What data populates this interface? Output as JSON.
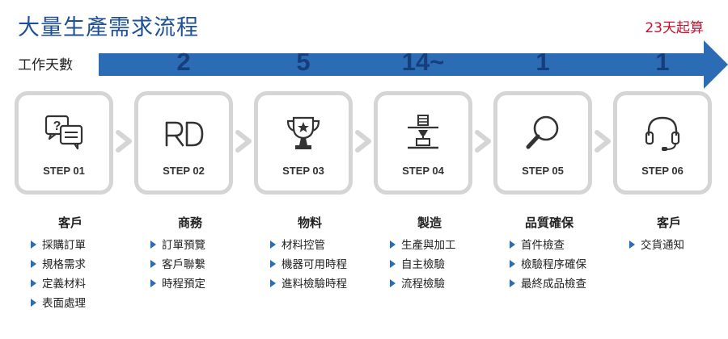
{
  "title": "大量生產需求流程",
  "total_label": "23天起算",
  "days_label": "工作天數",
  "days": [
    "2",
    "5",
    "14~",
    "1",
    "1"
  ],
  "colors": {
    "accent": "#2b6cb5",
    "title": "#1f4f97",
    "total": "#c8102e",
    "box_border": "#d5d5d5"
  },
  "steps": [
    {
      "id": "01",
      "label": "STEP 01",
      "icon": "question-chat-icon",
      "head": "客戶",
      "items": [
        "採購訂單",
        "規格需求",
        "定義材料",
        "表面處理"
      ]
    },
    {
      "id": "02",
      "label": "STEP 02",
      "icon": "rd-logo-icon",
      "head": "商務",
      "items": [
        "訂單預覽",
        "客戶聯繫",
        "時程預定"
      ]
    },
    {
      "id": "03",
      "label": "STEP 03",
      "icon": "trophy-icon",
      "head": "物料",
      "items": [
        "材料控管",
        "機器可用時程",
        "進料檢驗時程"
      ]
    },
    {
      "id": "04",
      "label": "STEP 04",
      "icon": "3d-printer-icon",
      "head": "製造",
      "items": [
        "生產與加工",
        "自主檢驗",
        "流程檢驗"
      ]
    },
    {
      "id": "05",
      "label": "STEP 05",
      "icon": "magnifier-icon",
      "head": "品質確保",
      "items": [
        "首件檢查",
        "檢驗程序確保",
        "最終成品檢查"
      ]
    },
    {
      "id": "06",
      "label": "STEP 06",
      "icon": "headset-icon",
      "head": "客戶",
      "items": [
        "交貨通知"
      ]
    }
  ]
}
